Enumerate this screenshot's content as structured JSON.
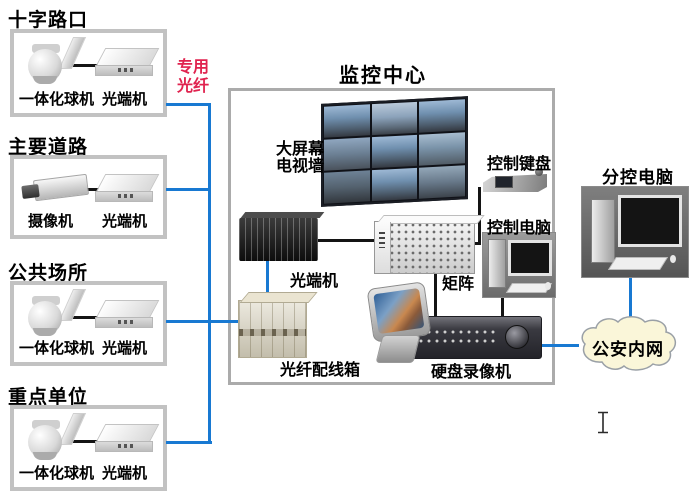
{
  "colors": {
    "connection_blue": "#1879d2",
    "fiber_label_red": "#e0234f",
    "cloud_fill": "#faf6d9",
    "box_border_gray": "#c2c2c2"
  },
  "sites": [
    {
      "title": "十字路口",
      "camera_label": "一体化球机",
      "transceiver_label": "光端机"
    },
    {
      "title": "主要道路",
      "camera_label": "摄像机",
      "transceiver_label": "光端机"
    },
    {
      "title": "公共场所",
      "camera_label": "一体化球机",
      "transceiver_label": "光端机"
    },
    {
      "title": "重点单位",
      "camera_label": "一体化球机",
      "transceiver_label": "光端机"
    }
  ],
  "fiber_link": {
    "line1": "专用",
    "line2": "光纤"
  },
  "monitoring_center": {
    "title": "监控中心",
    "tv_wall_label_line1": "大屏幕",
    "tv_wall_label_line2": "电视墙",
    "optical_transceiver_label": "光端机",
    "fiber_patch_box_label": "光纤配线箱",
    "matrix_label": "矩阵",
    "control_keyboard_label": "控制键盘",
    "control_computer_label": "控制电脑",
    "dvr_label": "硬盘录像机"
  },
  "remote": {
    "computer_label": "分控电脑",
    "network_cloud_label": "公安内网"
  }
}
